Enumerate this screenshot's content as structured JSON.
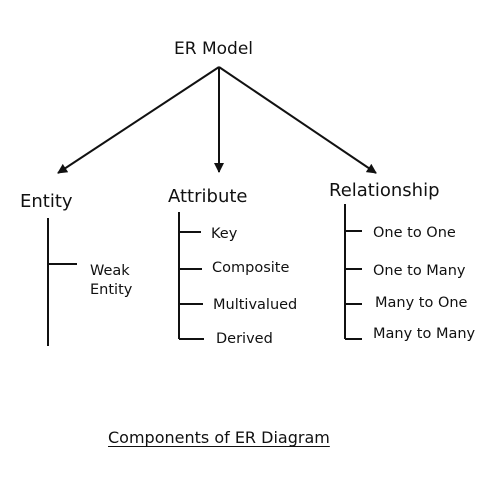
{
  "root": {
    "label": "ER Model"
  },
  "categories": [
    {
      "label": "Entity",
      "children": [
        "Weak\nEntity"
      ]
    },
    {
      "label": "Attribute",
      "children": [
        "Key",
        "Composite",
        "Multivalued",
        "Derived"
      ]
    },
    {
      "label": "Relationship",
      "children": [
        "One to One",
        "One to Many",
        "Many to One",
        "Many to Many"
      ]
    }
  ],
  "caption": "Components of ER Diagram",
  "colors": {
    "ink": "#111111",
    "background": "#ffffff"
  }
}
